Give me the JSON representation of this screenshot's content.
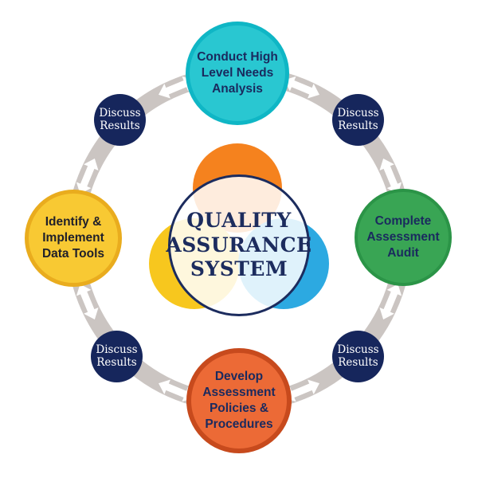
{
  "diagram_title": "Quality Assurance System",
  "center": {
    "lines": [
      "QUALITY",
      "ASSURANCE",
      "SYSTEM"
    ],
    "text_color": "#1c2c5e",
    "border_color": "#1c2c5e",
    "venn": {
      "orange": "#f5821e",
      "yellow": "#f7c71e",
      "blue": "#2ca9e1"
    }
  },
  "ring": {
    "color": "#cbc5c2",
    "arrow_color": "#ffffff",
    "arrow_count": 8
  },
  "nodes": [
    {
      "id": "conduct-high-level-needs-analysis",
      "lines": [
        "Conduct High",
        "Level Needs",
        "Analysis"
      ],
      "fill": "#29c7d1",
      "border": "#0fb6c5",
      "text_color": "#1a2a5e"
    },
    {
      "id": "complete-assessment-audit",
      "lines": [
        "Complete",
        "Assessment",
        "Audit"
      ],
      "fill": "#39a554",
      "border": "#2b9447",
      "text_color": "#1a2a5e"
    },
    {
      "id": "develop-assessment-policies-procedures",
      "lines": [
        "Develop",
        "Assessment",
        "Policies &",
        "Procedures"
      ],
      "fill": "#ec6a36",
      "border": "#c74a1d",
      "text_color": "#1a2a5e"
    },
    {
      "id": "identify-implement-data-tools",
      "lines": [
        "Identify &",
        "Implement",
        "Data Tools"
      ],
      "fill": "#f8c933",
      "border": "#e9ac1e",
      "text_color": "#20202a"
    }
  ],
  "connectors": [
    {
      "id": "discuss-results-top-left",
      "lines": [
        "Discuss",
        "Results"
      ]
    },
    {
      "id": "discuss-results-top-right",
      "lines": [
        "Discuss",
        "Results"
      ]
    },
    {
      "id": "discuss-results-bottom-right",
      "lines": [
        "Discuss",
        "Results"
      ]
    },
    {
      "id": "discuss-results-bottom-left",
      "lines": [
        "Discuss",
        "Results"
      ]
    }
  ],
  "connector_style": {
    "fill": "#16265c",
    "text_color": "#ffffff"
  }
}
